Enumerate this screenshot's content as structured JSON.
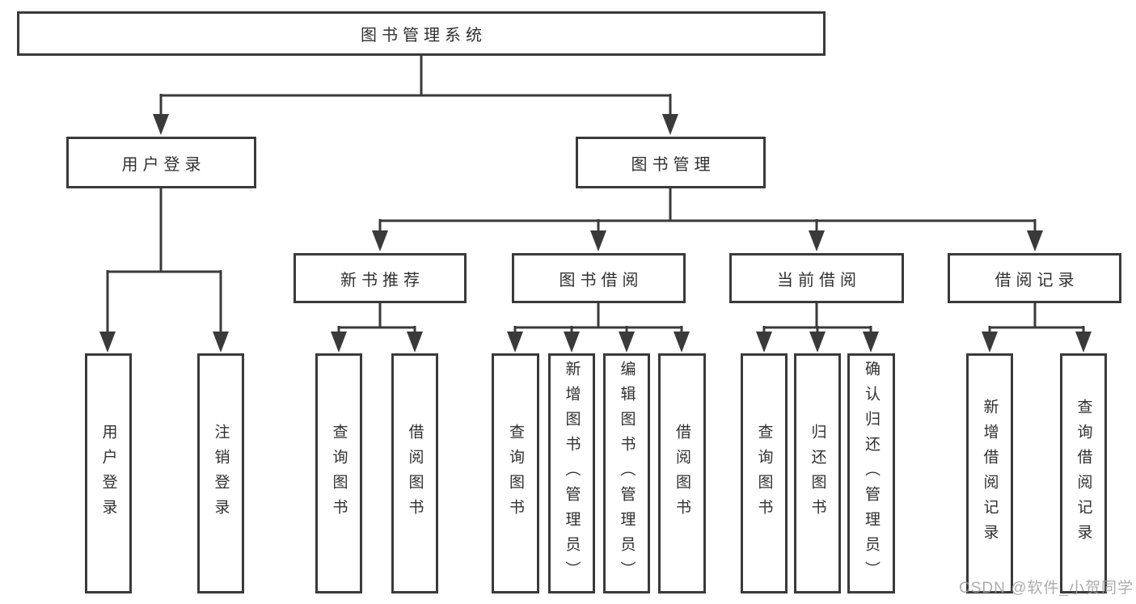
{
  "title": "图书管理系统",
  "nodes": {
    "user_login": {
      "label": "用户登录",
      "leaves": [
        "用户登录",
        "注销登录"
      ]
    },
    "book_management": {
      "label": "图书管理",
      "children": [
        {
          "label": "新书推荐",
          "leaves": [
            "查询图书",
            "借阅图书"
          ]
        },
        {
          "label": "图书借阅",
          "leaves": [
            "查询图书",
            "新增图书（管理员）",
            "编辑图书（管理员）",
            "借阅图书"
          ]
        },
        {
          "label": "当前借阅",
          "leaves": [
            "查询图书",
            "归还图书",
            "确认归还（管理员）"
          ]
        },
        {
          "label": "借阅记录",
          "leaves": [
            "新增借阅记录",
            "查询借阅记录"
          ]
        }
      ]
    }
  },
  "watermark": "CSDN @软件_小贺同学",
  "colors": {
    "line": "#3a3a3a",
    "box_border": "#3a3a3a",
    "text": "#303030",
    "watermark": "#9e9e9e",
    "background": "#ffffff"
  }
}
